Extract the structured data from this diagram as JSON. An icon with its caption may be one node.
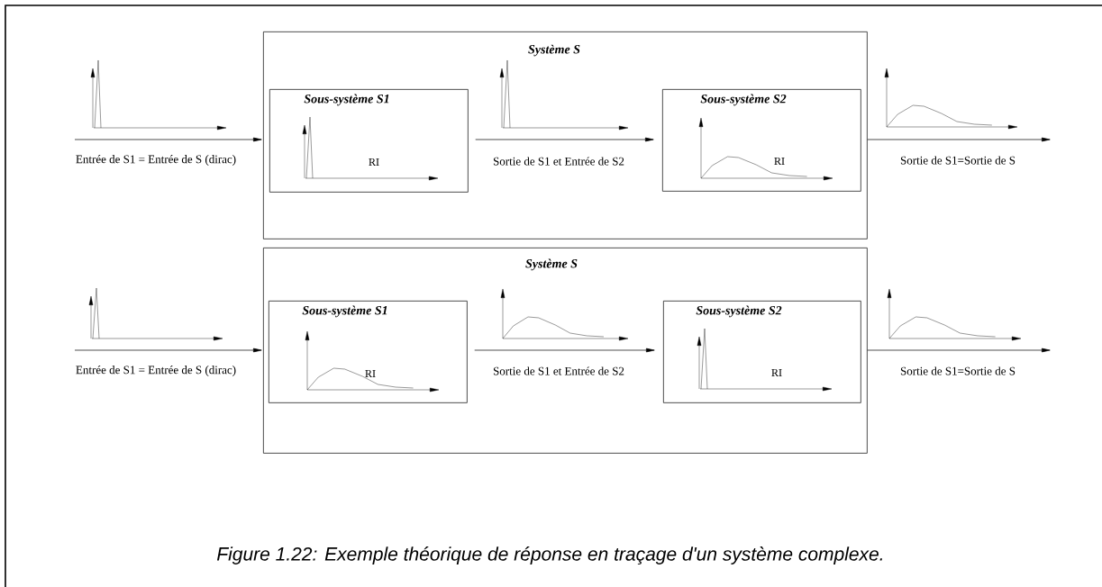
{
  "diagram": {
    "caption": "Figure 1.22:   Exemple théorique de réponse en traçage d'un système complexe.",
    "nodes": [
      {
        "text": [
          "Système S"
        ]
      },
      {
        "text": [
          "Sous-système S1"
        ],
        "in": 0
      },
      {
        "text": [
          "Sous-système S2"
        ],
        "in": 0
      },
      {
        "text": [
          "Système S"
        ]
      },
      {
        "text": [
          "Sous-système S1"
        ],
        "in": 3
      },
      {
        "text": [
          "Sous-système S2"
        ],
        "in": 3
      }
    ],
    "edges": [
      {
        "from": null,
        "to": 0,
        "arrow": "to",
        "label": "Entrée de S1 = Entrée de S (dirac)"
      },
      {
        "from": 1,
        "to": 2,
        "arrow": "to",
        "label": "Sortie de S1 et Entrée de S2"
      },
      {
        "from": 0,
        "to": null,
        "arrow": "to",
        "label": "Sortie de S1=Sortie de S"
      },
      {
        "from": null,
        "to": 3,
        "arrow": "to",
        "label": "Entrée de S1 = Entrée de S (dirac)"
      },
      {
        "from": 4,
        "to": 5,
        "arrow": "to",
        "label": "Sortie de S1 et Entrée de S2"
      },
      {
        "from": 3,
        "to": null,
        "arrow": "to",
        "label": "Sortie de S1=Sortie de S"
      }
    ],
    "labels": [
      "RI",
      "RI",
      "RI",
      "RI"
    ]
  }
}
